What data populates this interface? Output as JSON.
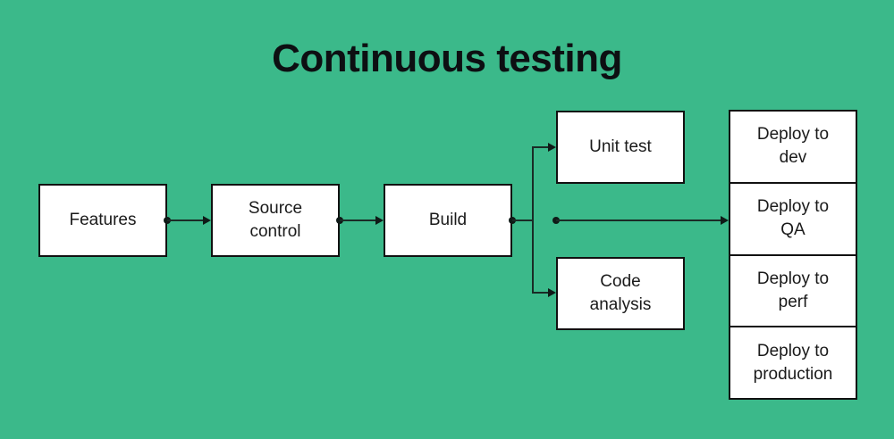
{
  "diagram": {
    "title": "Continuous testing",
    "background_color": "#3BB98A",
    "node_fill": "#ffffff",
    "stroke_color": "#111111",
    "text_color": "#1a1a1a",
    "nodes": [
      {
        "id": "features",
        "label": "Features"
      },
      {
        "id": "source",
        "label": "Source\ncontrol"
      },
      {
        "id": "build",
        "label": "Build"
      },
      {
        "id": "unit_test",
        "label": "Unit test"
      },
      {
        "id": "code_analysis",
        "label": "Code\nanalysis"
      }
    ],
    "deploy_stack": [
      {
        "id": "deploy_dev",
        "label": "Deploy to\ndev"
      },
      {
        "id": "deploy_qa",
        "label": "Deploy to\nQA"
      },
      {
        "id": "deploy_perf",
        "label": "Deploy to\nperf"
      },
      {
        "id": "deploy_production",
        "label": "Deploy to\nproduction"
      }
    ],
    "edges": [
      {
        "from": "features",
        "to": "source"
      },
      {
        "from": "source",
        "to": "build"
      },
      {
        "from": "build",
        "to": "unit_test"
      },
      {
        "from": "build",
        "to": "code_analysis"
      },
      {
        "from": "build",
        "to": "deploy_qa"
      }
    ]
  }
}
